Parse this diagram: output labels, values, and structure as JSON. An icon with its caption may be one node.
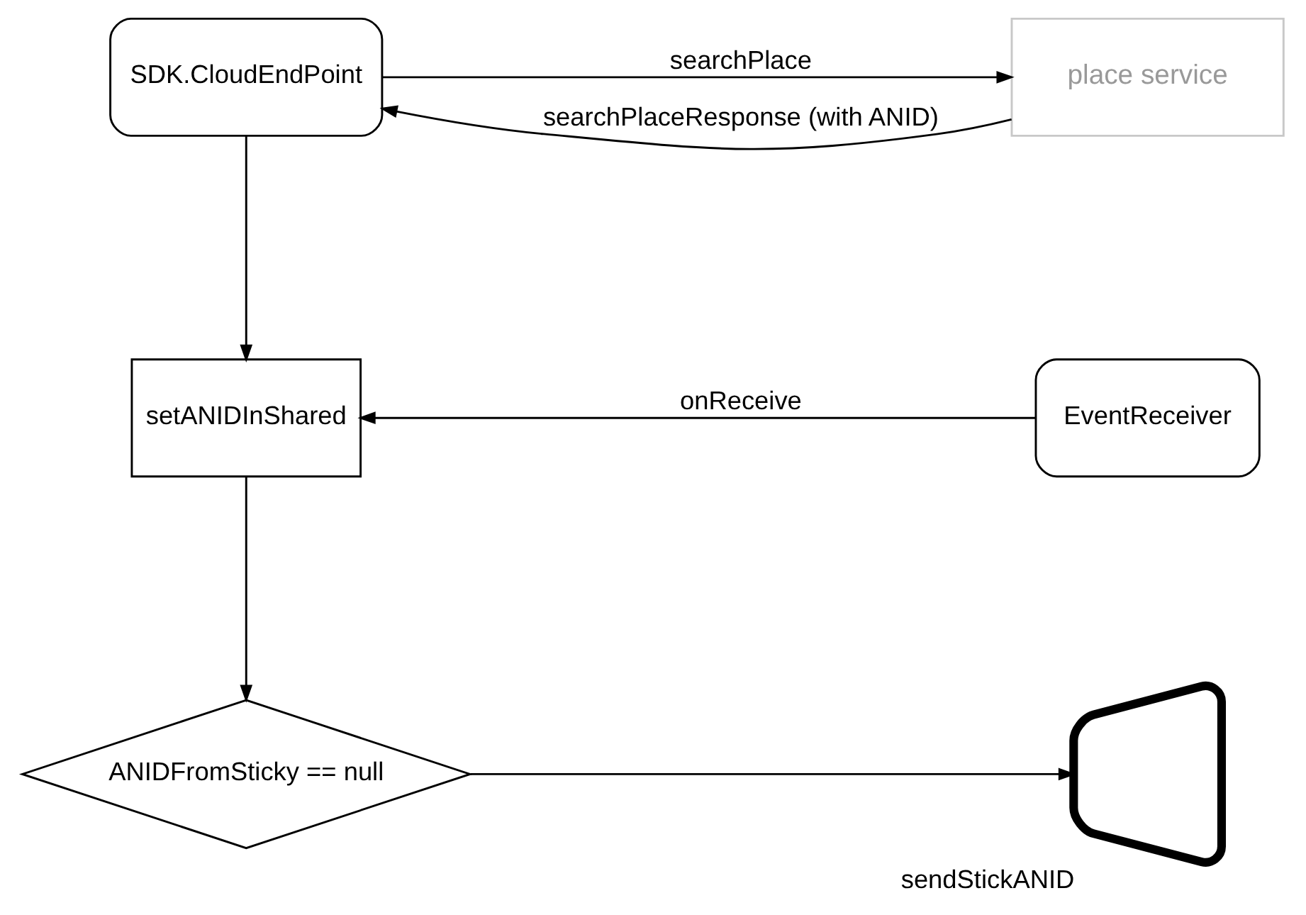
{
  "diagram": {
    "nodes": [
      {
        "text": [
          "SDK.CloudEndPoint"
        ]
      },
      {
        "text": [
          "place service"
        ]
      },
      {
        "text": [
          "setANIDInShared"
        ]
      },
      {
        "text": [
          "EventReceiver"
        ]
      },
      {
        "text": [
          "ANIDFromSticky == null"
        ]
      },
      {
        "text": [],
        "shape": "picture",
        "beside": [
          "sendStickANID"
        ]
      }
    ],
    "edges": [
      {
        "from": 0,
        "to": 1,
        "arrow": "to",
        "label": "searchPlace"
      },
      {
        "from": 1,
        "to": 0,
        "arrow": "to",
        "label": "searchPlaceResponse (with ANID)"
      },
      {
        "from": 0,
        "to": 2,
        "arrow": "to"
      },
      {
        "from": 3,
        "to": 2,
        "arrow": "to",
        "label": "onReceive"
      },
      {
        "from": 2,
        "to": 4,
        "arrow": "to"
      },
      {
        "from": 4,
        "to": 5,
        "arrow": "to"
      }
    ]
  }
}
